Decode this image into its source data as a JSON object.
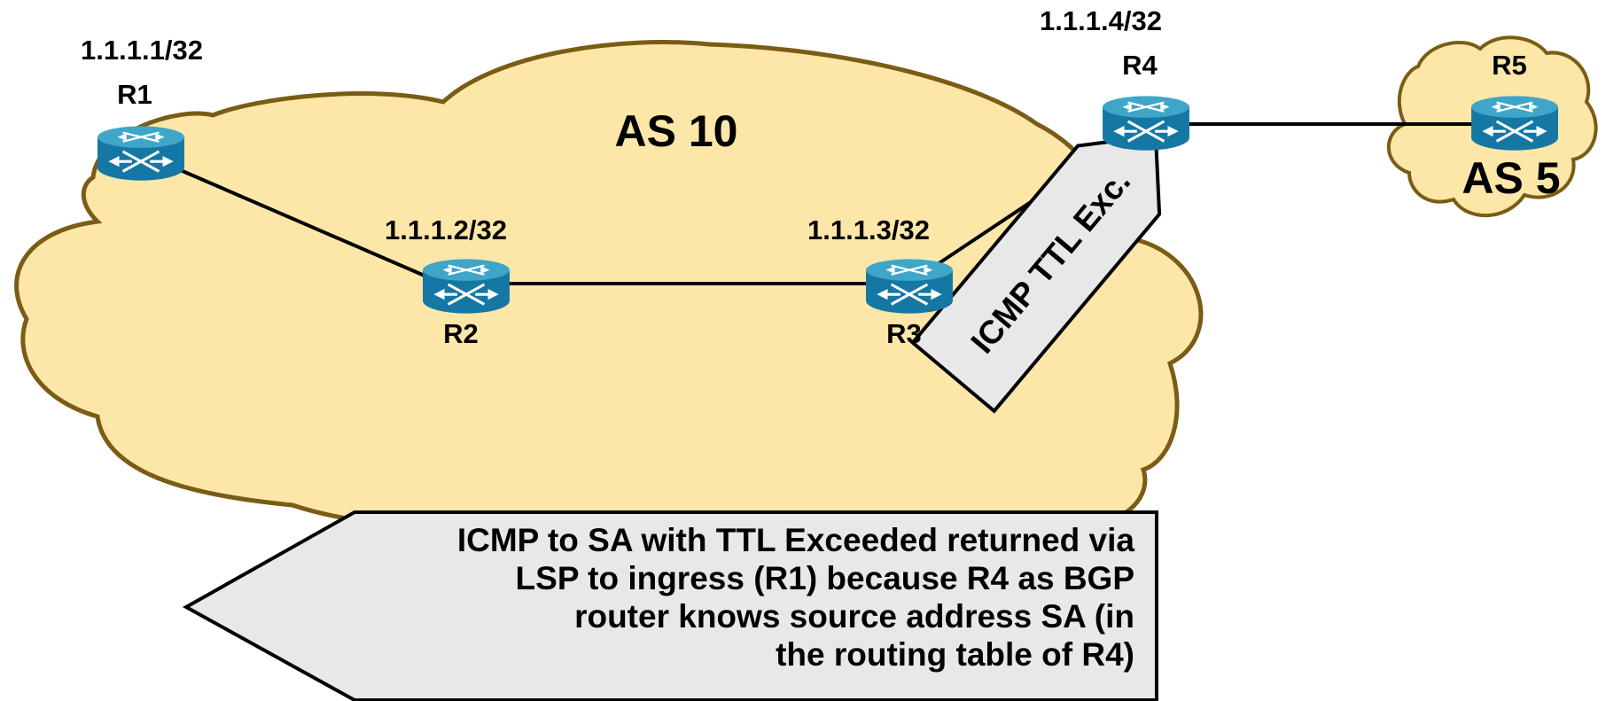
{
  "diagram": {
    "as10_label": "AS 10",
    "as5_label": "AS 5",
    "routers": {
      "r1": {
        "name": "R1",
        "address": "1.1.1.1/32"
      },
      "r2": {
        "name": "R2",
        "address": "1.1.1.2/32"
      },
      "r3": {
        "name": "R3",
        "address": "1.1.1.3/32"
      },
      "r4": {
        "name": "R4",
        "address": "1.1.1.4/32"
      },
      "r5": {
        "name": "R5"
      }
    },
    "ttl_arrow_label": "ICMP TTL Exc.",
    "note_lines": [
      "ICMP to SA with TTL Exceeded returned via",
      "LSP to ingress (R1) because R4 as BGP",
      "router knows source address SA  (in",
      "the routing table of R4)"
    ],
    "colors": {
      "cloud_fill": "#FCE7A8",
      "cloud_stroke": "#7A5C14",
      "router_body": "#1A7FA8",
      "router_top": "#3FA6C9",
      "arrow_fill": "#E8E8E8",
      "line": "#000000"
    }
  }
}
